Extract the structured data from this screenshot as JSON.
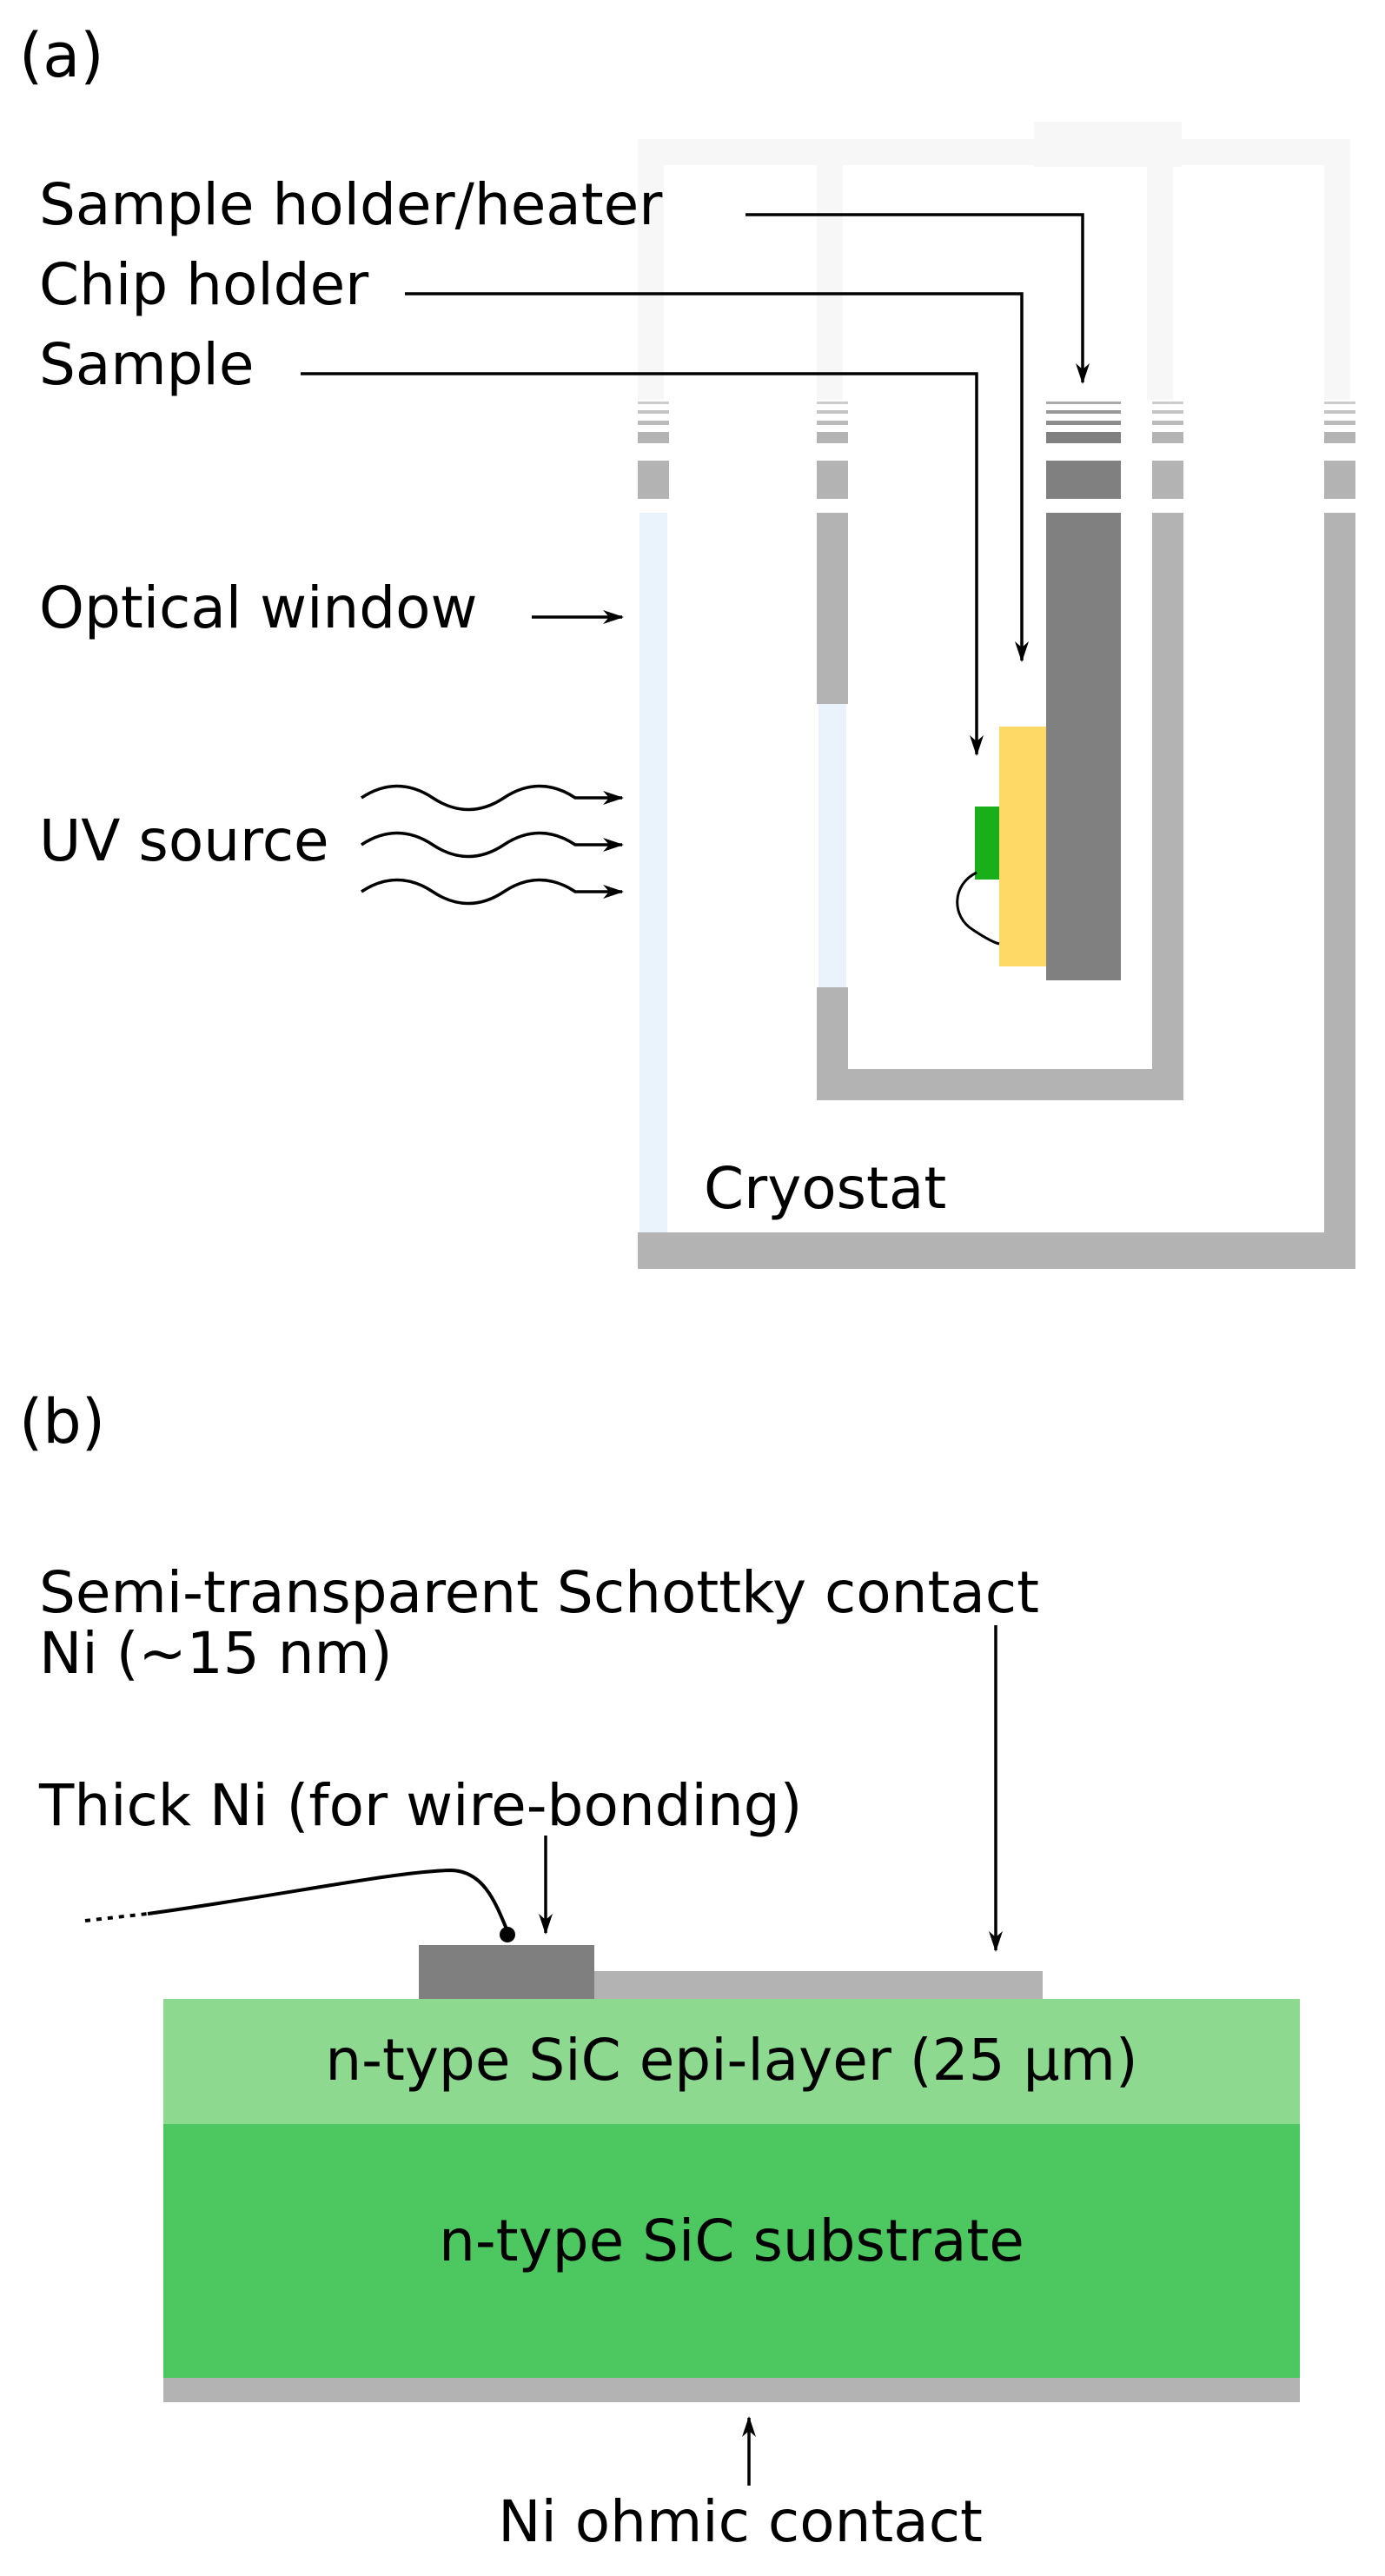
{
  "panels": {
    "a": {
      "label": "(a)",
      "sample_holder_heater": "Sample holder/heater",
      "chip_holder": "Chip holder",
      "sample": "Sample",
      "optical_window": "Optical window",
      "uv_source": "UV source",
      "cryostat": "Cryostat"
    },
    "b": {
      "label": "(b)",
      "schottky_line1": "Semi-transparent Schottky contact",
      "schottky_line2": "Ni (~15 nm)",
      "thick_ni": "Thick Ni (for wire-bonding)",
      "epi_layer": "n-type SiC epi-layer (25 μm)",
      "substrate": "n-type SiC substrate",
      "ohmic_contact": "Ni ohmic contact"
    }
  },
  "colors": {
    "cryostat_wall": "#b3b3b3",
    "window": "#eaf3fc",
    "heater": "#808080",
    "chip_holder": "#ffd966",
    "sample": "#1aaf1a",
    "thick_ni": "#7f7f7f",
    "schottky_ni": "#b3b3b3",
    "epi_layer": "#8dd98f",
    "substrate": "#4dc860",
    "ohmic_contact": "#b3b3b3"
  }
}
